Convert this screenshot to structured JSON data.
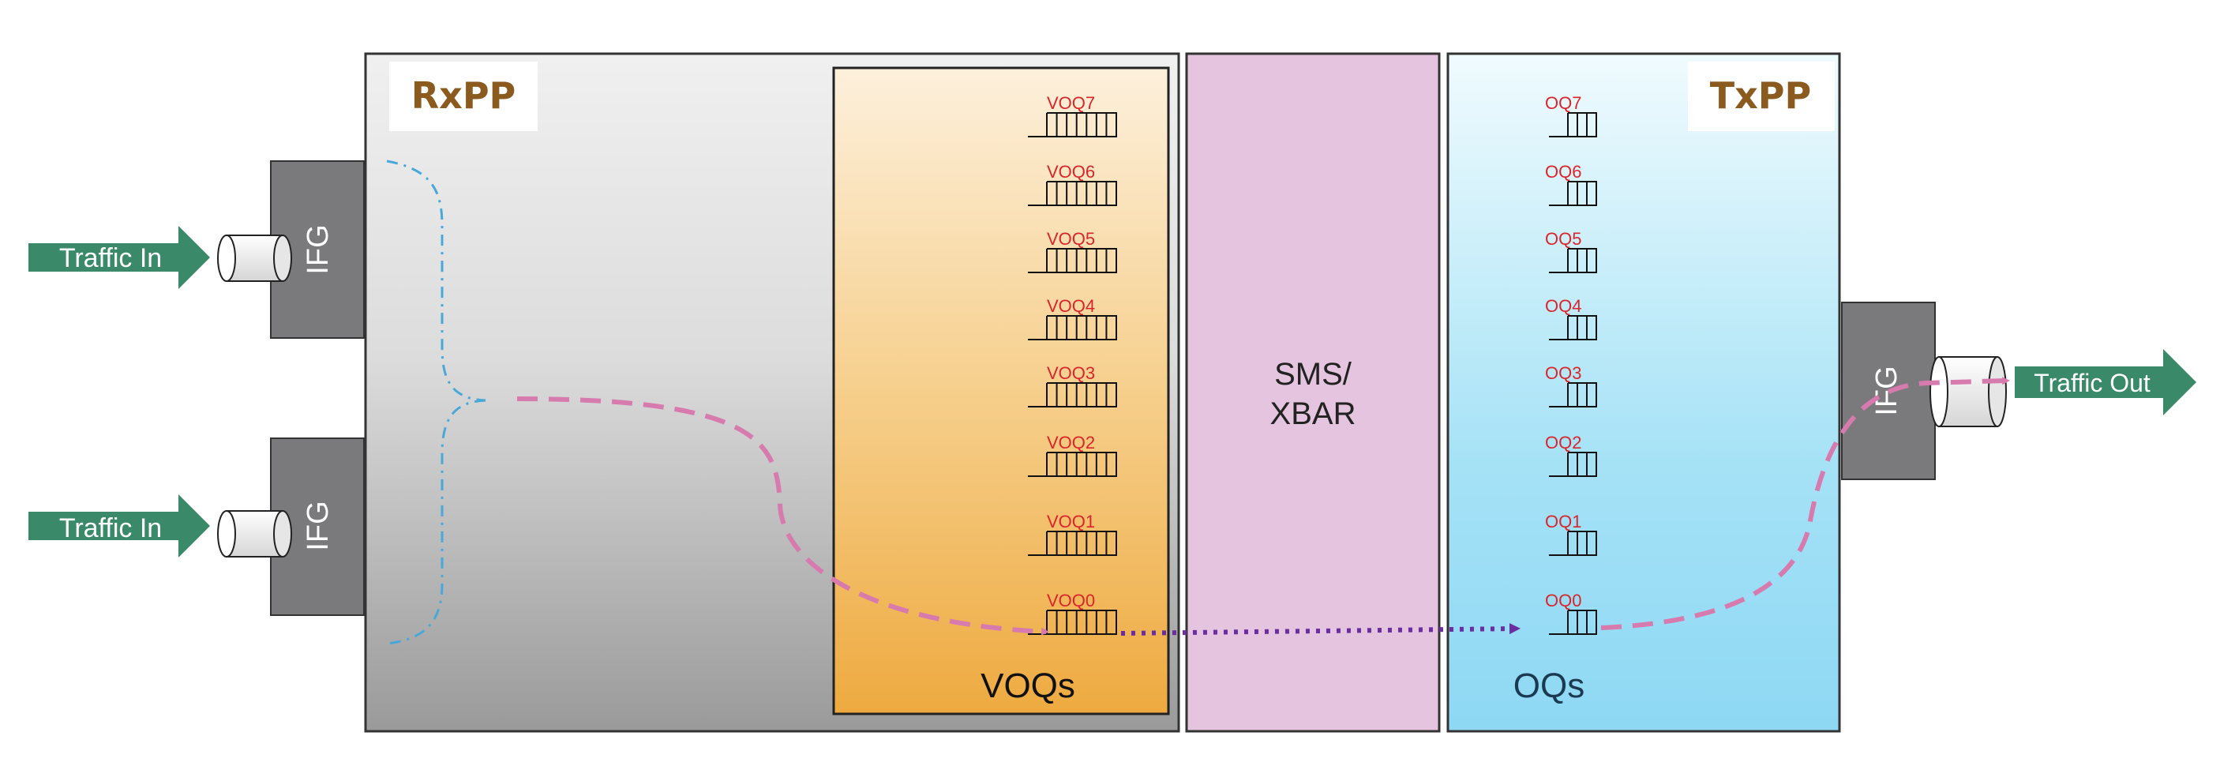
{
  "rxpp": {
    "title": "RxPP"
  },
  "txpp": {
    "title": "TxPP"
  },
  "voq_block": {
    "label": "VOQs",
    "queues": [
      "VOQ7",
      "VOQ6",
      "VOQ5",
      "VOQ4",
      "VOQ3",
      "VOQ2",
      "VOQ1",
      "VOQ0"
    ]
  },
  "oq_block": {
    "label": "OQs",
    "queues": [
      "OQ7",
      "OQ6",
      "OQ5",
      "OQ4",
      "OQ3",
      "OQ2",
      "OQ1",
      "OQ0"
    ]
  },
  "fabric": {
    "line1": "SMS/",
    "line2": "XBAR"
  },
  "ifg_label": "IFG",
  "inputs": [
    {
      "label": "Traffic In"
    },
    {
      "label": "Traffic In"
    }
  ],
  "output": {
    "label": "Traffic Out"
  },
  "colors": {
    "title_brown": "#8b5a1e",
    "queue_label_red": "#d8262c",
    "arrow_green": "#3a8a6a",
    "ifg_gray": "#7a7a7c",
    "fabric_pink": "#e4c4de",
    "flow_pink": "#d77aae",
    "flow_purple": "#6a2ea0",
    "tree_blue": "#4aa8d8"
  }
}
